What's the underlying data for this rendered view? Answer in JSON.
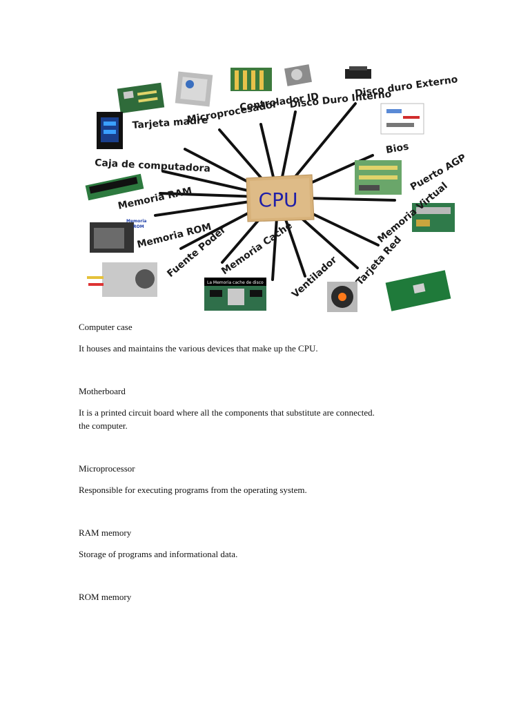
{
  "diagram": {
    "center_label": "CPU",
    "components": [
      "Microprocesador",
      "Controlador ID",
      "Disco Duro Interno",
      "Disco duro Externo",
      "Tarjeta madre",
      "Caja de computadora",
      "Memoria RAM",
      "Memoria ROM",
      "Fuente Poder",
      "Memoria Cache",
      "Ventilador",
      "Tarjeta Red",
      "Memoria Virtual",
      "Puerto AGP",
      "Bios"
    ],
    "rom_photo_label": [
      "Memoria",
      "ROM"
    ],
    "cache_photo_caption": "La Memoria cache de disco"
  },
  "sections": [
    {
      "title": "Computer case",
      "body": "It houses and maintains the various devices that make up the CPU."
    },
    {
      "title": "Motherboard",
      "body": "It is a printed circuit board where all the components that substitute are connected.",
      "body2": "the computer."
    },
    {
      "title": "Microprocessor",
      "body": "Responsible for executing programs from the operating system."
    },
    {
      "title": "RAM memory",
      "body": "Storage of programs and informational data."
    },
    {
      "title": "ROM memory"
    }
  ]
}
